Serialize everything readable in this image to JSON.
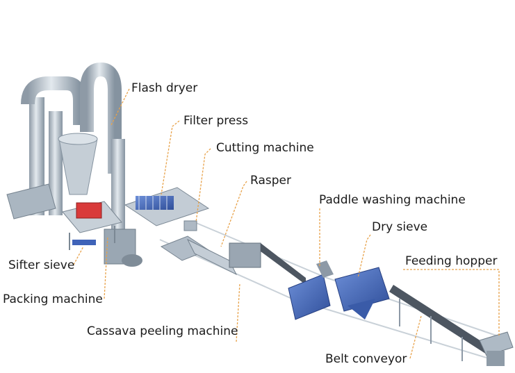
{
  "labels": {
    "flash_dryer": "Flash dryer",
    "filter_press": "Filter press",
    "cutting_machine": "Cutting machine",
    "rasper": "Rasper",
    "paddle_washing_machine": "Paddle washing machine",
    "dry_sieve": "Dry sieve",
    "feeding_hopper": "Feeding hopper",
    "sifter_sieve": "Sifter sieve",
    "packing_machine": "Packing machine",
    "cassava_peeling_machine": "Cassava peeling machine",
    "belt_conveyor": "Belt conveyor"
  },
  "colors": {
    "leader_line": "#e8a24a",
    "steel": "#b7c3cf",
    "machine_blue": "#3f63b8",
    "frame_grey": "#8d99a6"
  }
}
